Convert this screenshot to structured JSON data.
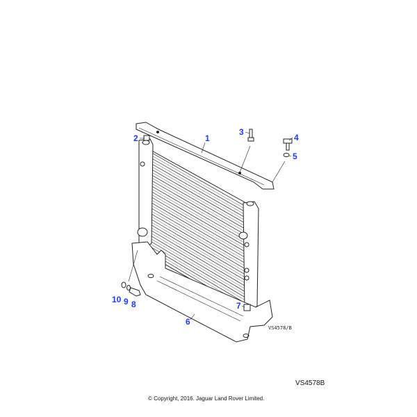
{
  "callouts": {
    "c1": "1",
    "c2": "2",
    "c3": "3",
    "c4": "4",
    "c5": "5",
    "c6": "6",
    "c7": "7",
    "c8": "8",
    "c9": "9",
    "c10": "10"
  },
  "drawing_code": "VS4578/B",
  "reference": "VS4578B",
  "copyright": "© Copyright, 2016. Jaguar Land Rover Limited.",
  "colors": {
    "callout": "#1a3cff",
    "line": "#222222"
  }
}
